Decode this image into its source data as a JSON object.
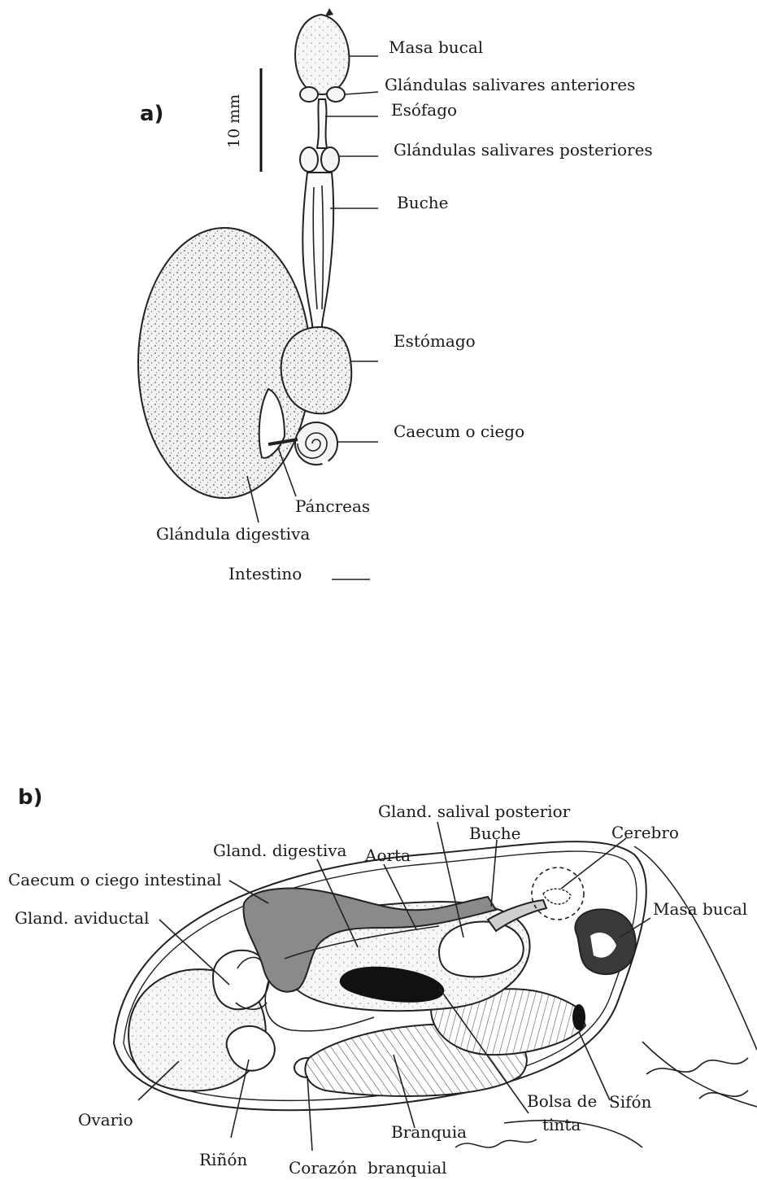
{
  "panel_a": {
    "panel_label": "a)",
    "scale_label": "10 mm",
    "labels": {
      "masa_bucal": "Masa bucal",
      "gland_sal_ant": "Glándulas salivares anteriores",
      "esofago": "Esófago",
      "gland_sal_post": "Glándulas salivares posteriores",
      "buche": "Buche",
      "estomago": "Estómago",
      "caecum": "Caecum o ciego",
      "pancreas": "Páncreas",
      "gland_digestiva": "Glándula digestiva",
      "intestino": "Intestino"
    }
  },
  "panel_b": {
    "panel_label": "b)",
    "labels": {
      "gland_salival_post": "Gland. salival posterior",
      "buche": "Buche",
      "cerebro": "Cerebro",
      "gland_digestiva": "Gland. digestiva",
      "aorta": "Aorta",
      "caecum": "Caecum o ciego intestinal",
      "masa_bucal": "Masa bucal",
      "gland_aviductal": "Gland. aviductal",
      "ovario": "Ovario",
      "bolsa_de": "Bolsa de",
      "tinta": "tinta",
      "sifon": "Sifón",
      "branquia": "Branquia",
      "rinon": "Riñón",
      "corazon": "Corazón",
      "branquial": "branquial"
    }
  },
  "colors": {
    "ink": "#1a1a1a",
    "gland_fill": "#e9e9e9",
    "dark_organ": "#8a8a8a",
    "ink_sac": "#111111",
    "gill_hatch": "#555555"
  }
}
